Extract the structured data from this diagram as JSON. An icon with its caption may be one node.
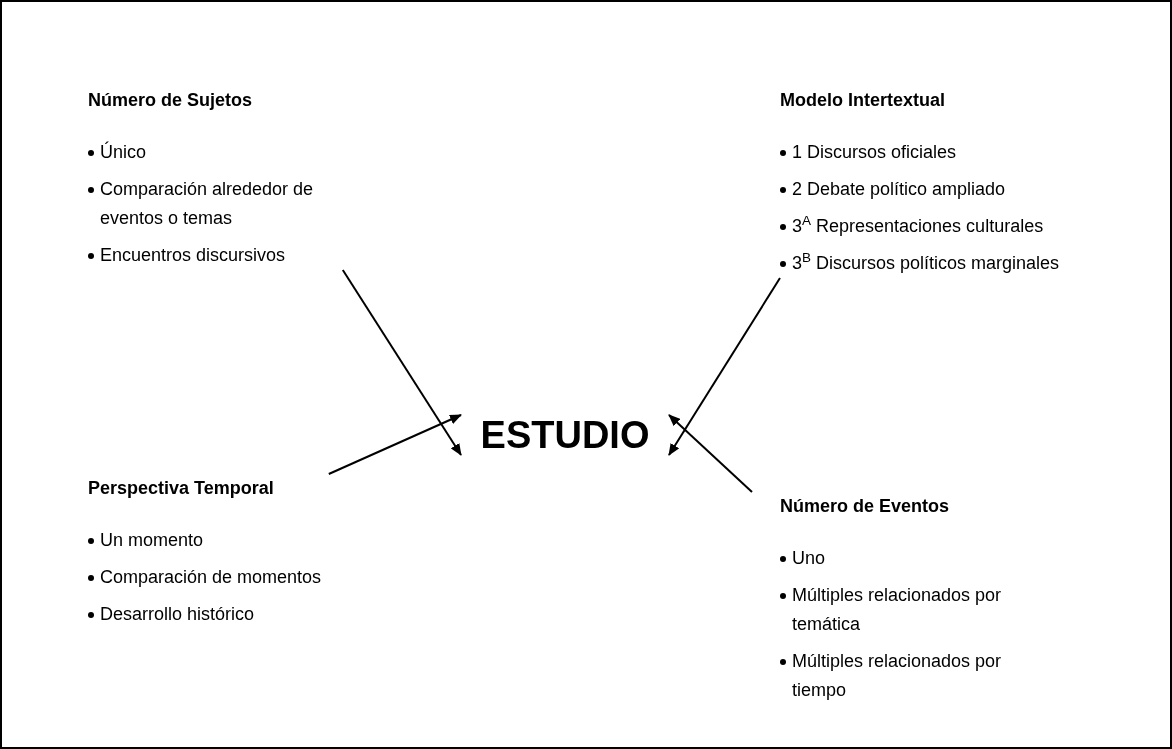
{
  "diagram": {
    "nodes": [
      {
        "text": [
          "Número de Sujetos",
          "Único",
          "Comparación alrededor de eventos o temas",
          "Encuentros discursivos"
        ]
      },
      {
        "text": [
          "Modelo Intertextual",
          "1 Discursos oficiales",
          "2 Debate político ampliado",
          "3$^{A}$ Representaciones culturales",
          "3$^{B}$ Discursos políticos marginales"
        ]
      },
      {
        "text": [
          "ESTUDIO"
        ]
      },
      {
        "text": [
          "Perspectiva Temporal",
          "Un momento",
          "Comparación de momentos",
          "Desarrollo histórico"
        ]
      },
      {
        "text": [
          "Número de Eventos",
          "Uno",
          "Múltiples relacionados por temática",
          "Múltiples relacionados por tiempo"
        ]
      }
    ],
    "edges": [
      {
        "from": 0,
        "to": 2,
        "arrow": "to"
      },
      {
        "from": 1,
        "to": 2,
        "arrow": "to"
      },
      {
        "from": 3,
        "to": 2,
        "arrow": "to"
      },
      {
        "from": 4,
        "to": 2,
        "arrow": "to"
      }
    ]
  }
}
